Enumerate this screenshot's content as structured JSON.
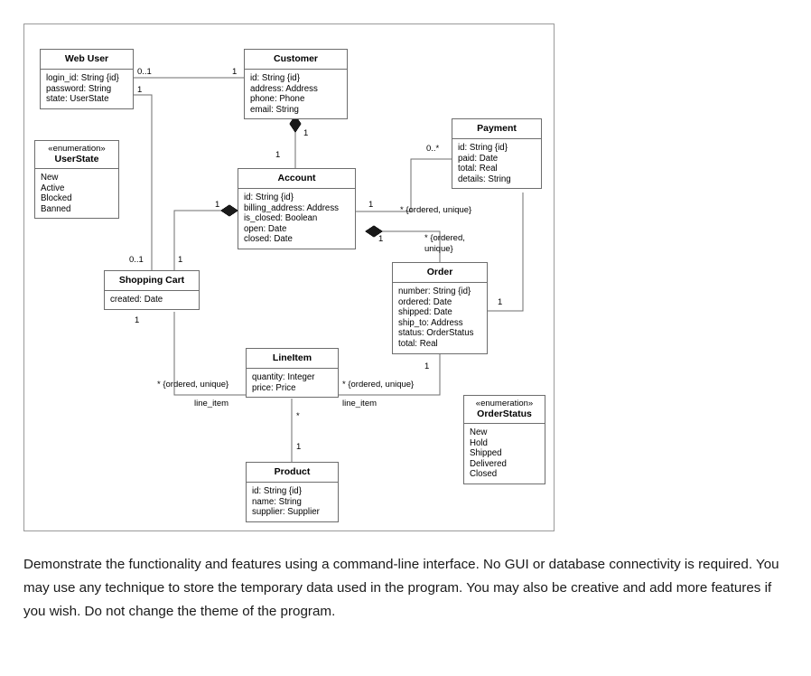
{
  "diagram": {
    "title": "E-commerce UML class diagram",
    "classes": [
      {
        "id": "web_user",
        "name": "Web User",
        "attributes": [
          "login_id: String {id}",
          "password: String",
          "state: UserState"
        ]
      },
      {
        "id": "customer",
        "name": "Customer",
        "attributes": [
          "id: String {id}",
          "address: Address",
          "phone: Phone",
          "email: String"
        ]
      },
      {
        "id": "payment",
        "name": "Payment",
        "attributes": [
          "id: String {id}",
          "paid: Date",
          "total: Real",
          "details: String"
        ]
      },
      {
        "id": "account",
        "name": "Account",
        "attributes": [
          "id: String {id}",
          "billing_address: Address",
          "is_closed: Boolean",
          "open: Date",
          "closed: Date"
        ]
      },
      {
        "id": "shopping_cart",
        "name": "Shopping Cart",
        "attributes": [
          "created: Date"
        ]
      },
      {
        "id": "order",
        "name": "Order",
        "attributes": [
          "number: String {id}",
          "ordered: Date",
          "shipped: Date",
          "ship_to: Address",
          "status: OrderStatus",
          "total: Real"
        ]
      },
      {
        "id": "line_item",
        "name": "LineItem",
        "attributes": [
          "quantity: Integer",
          "price: Price"
        ]
      },
      {
        "id": "product",
        "name": "Product",
        "attributes": [
          "id: String {id}",
          "name: String",
          "supplier: Supplier"
        ]
      }
    ],
    "enumerations": [
      {
        "id": "user_state",
        "stereotype": "«enumeration»",
        "name": "UserState",
        "literals": [
          "New",
          "Active",
          "Blocked",
          "Banned"
        ]
      },
      {
        "id": "order_status",
        "stereotype": "«enumeration»",
        "name": "OrderStatus",
        "literals": [
          "New",
          "Hold",
          "Shipped",
          "Delivered",
          "Closed"
        ]
      }
    ],
    "edge_labels": {
      "webuser_customer_src": "0..1",
      "webuser_customer_tgt": "1",
      "webuser_cart_src": "1",
      "customer_account_customer_end": "1",
      "customer_account_account_end": "1",
      "account_payment_account_end": "1",
      "account_payment_payment_end": "0..*",
      "account_payment_ordered": "* {ordered, unique}",
      "account_order_account_end": "1",
      "account_order_ordered": "* {ordered, unique}",
      "account_cart_account_end": "1",
      "cart_account_cart_end": "1",
      "cart_webuser_cart_end": "0..1",
      "cart_lineitem_cart_end": "1",
      "cart_lineitem_ordered": "* {ordered, unique}",
      "cart_lineitem_role": "line_item",
      "order_payment_order_end": "1",
      "order_lineitem_order_end": "1",
      "order_lineitem_ordered": "* {ordered, unique}",
      "order_lineitem_role": "line_item",
      "lineitem_product_lineitem_end": "*",
      "lineitem_product_product_end": "1"
    }
  },
  "paragraph": {
    "text": "Demonstrate the functionality and features using a command-line interface. No GUI or database connectivity is required. You may use any technique to store the temporary data used in the program. You may also be creative and add more features if you wish. Do not change the theme of the program."
  },
  "colors": {
    "frame_border": "#9a9a9a",
    "class_border": "#6d6d6d",
    "line": "#6d6d6d",
    "text": "#000000",
    "background": "#ffffff"
  }
}
